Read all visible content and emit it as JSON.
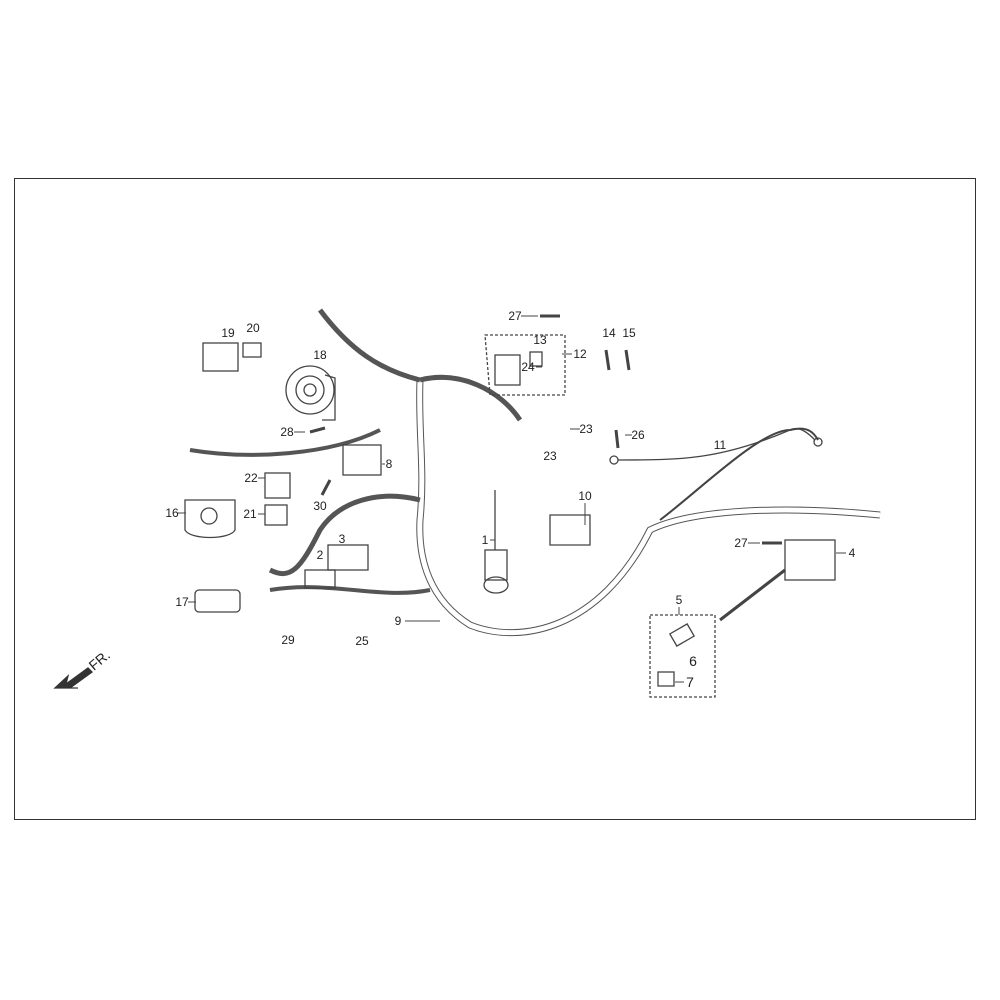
{
  "diagram": {
    "front_marker": "FR.",
    "callouts": [
      "1",
      "2",
      "3",
      "4",
      "5",
      "6",
      "7",
      "8",
      "9",
      "10",
      "11",
      "12",
      "13",
      "14",
      "15",
      "16",
      "17",
      "18",
      "19",
      "20",
      "21",
      "22",
      "23",
      "24",
      "25",
      "26",
      "27",
      "28",
      "29",
      "30"
    ]
  },
  "colors": {
    "line": "#444444",
    "frame": "#333333"
  }
}
